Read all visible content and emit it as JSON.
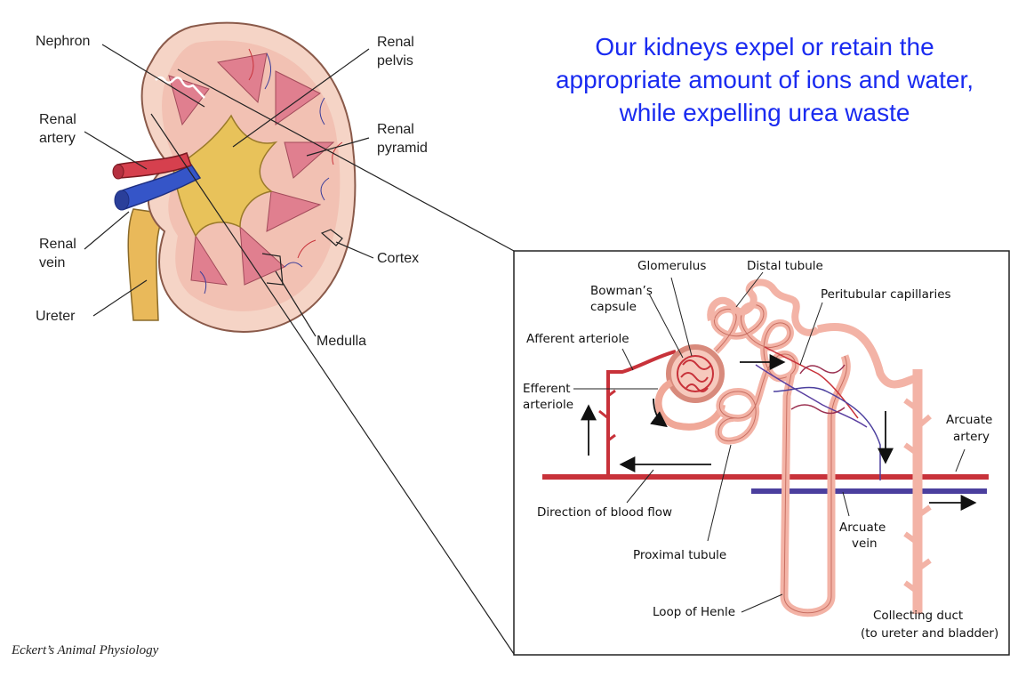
{
  "headline": {
    "line1": "Our kidneys expel or retain the",
    "line2": "appropriate amount of ions and water,",
    "line3": "while expelling urea waste"
  },
  "credit": "Eckert’s Animal Physiology",
  "kidney_labels": {
    "nephron": "Nephron",
    "renal_artery_1": "Renal",
    "renal_artery_2": "artery",
    "renal_vein_1": "Renal",
    "renal_vein_2": "vein",
    "ureter": "Ureter",
    "renal_pelvis_1": "Renal",
    "renal_pelvis_2": "pelvis",
    "renal_pyramid_1": "Renal",
    "renal_pyramid_2": "pyramid",
    "cortex": "Cortex",
    "medulla": "Medulla"
  },
  "nephron_labels": {
    "glomerulus": "Glomerulus",
    "distal_tubule": "Distal tubule",
    "bowmans_1": "Bowman’s",
    "bowmans_2": "capsule",
    "peritubular": "Peritubular capillaries",
    "afferent": "Afferent arteriole",
    "efferent_1": "Efferent",
    "efferent_2": "arteriole",
    "arcuate_artery_1": "Arcuate",
    "arcuate_artery_2": "artery",
    "blood_flow": "Direction of blood flow",
    "arcuate_vein_1": "Arcuate",
    "arcuate_vein_2": "vein",
    "proximal": "Proximal tubule",
    "loop": "Loop of Henle",
    "collecting_1": "Collecting duct",
    "collecting_2": "(to ureter and bladder)"
  },
  "colors": {
    "headline": "#1a2bf0",
    "artery": "#c8323a",
    "vein": "#3b3d9a",
    "tubule": "#f3b3a6",
    "kidney_tissue": "#f3c3b8",
    "pelvis": "#e8c25a"
  }
}
